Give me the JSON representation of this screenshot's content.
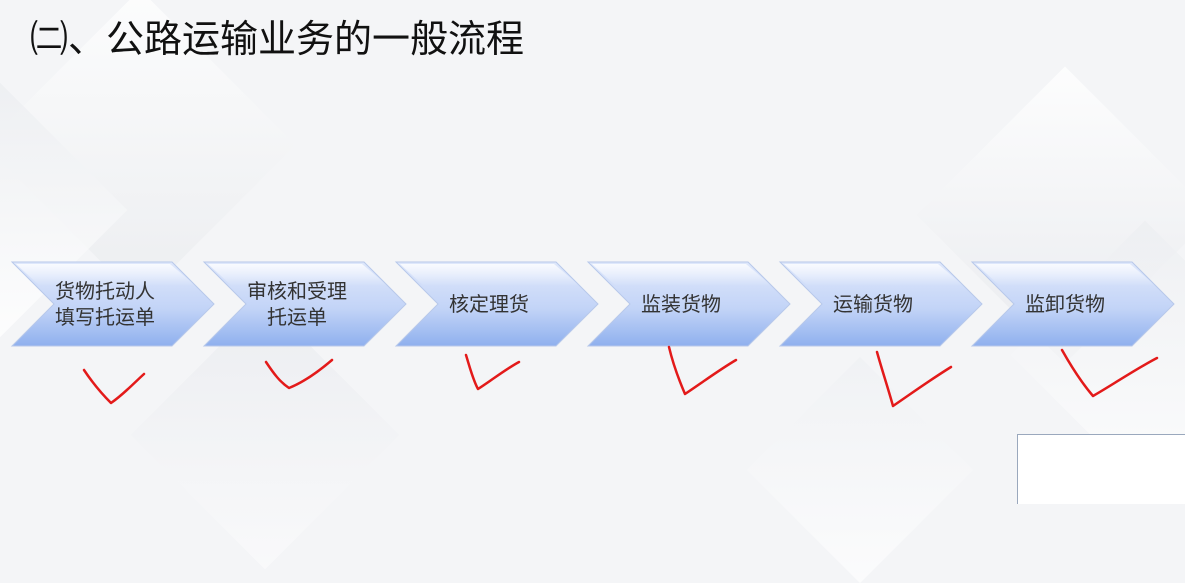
{
  "page": {
    "title": "㈡、公路运输业务的一般流程"
  },
  "flow": {
    "steps": [
      {
        "label": "货物托动人\n填写托运单"
      },
      {
        "label": "审核和受理\n托运单"
      },
      {
        "label": "核定理货"
      },
      {
        "label": "监装货物"
      },
      {
        "label": "运输货物"
      },
      {
        "label": "监卸货物"
      }
    ]
  },
  "colors": {
    "chevron_top": "#dfe8fb",
    "chevron_bottom": "#8fb0ee",
    "checkmark": "#e31a1a",
    "title_text": "#111111"
  },
  "icons": {
    "checkmarks": [
      "checkmark-icon",
      "checkmark-icon",
      "checkmark-icon",
      "checkmark-icon",
      "checkmark-icon",
      "checkmark-icon"
    ]
  }
}
